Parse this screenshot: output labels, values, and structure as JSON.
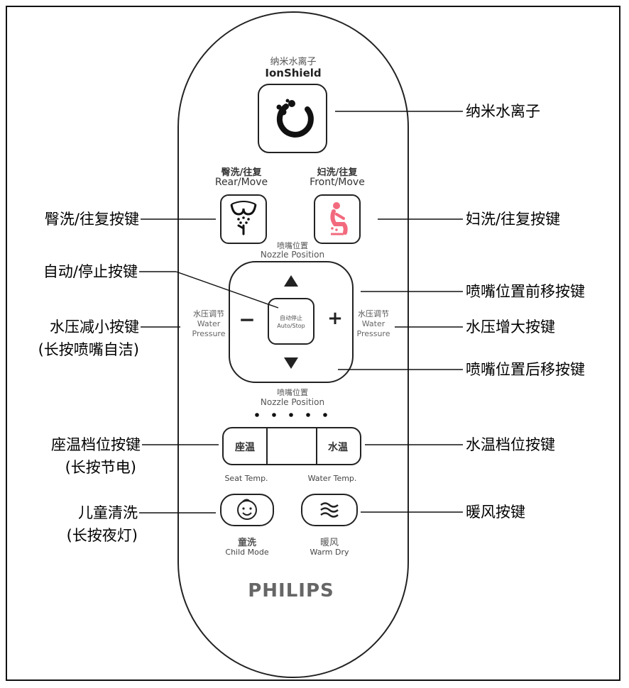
{
  "remote": {
    "ionshield": {
      "cn": "纳米水离子",
      "en": "IonShield"
    },
    "rear_button": {
      "cn": "臀洗/往复",
      "en": "Rear/Move"
    },
    "front_button": {
      "cn": "妇洗/往复",
      "en": "Front/Move"
    },
    "nozzle_top": {
      "cn": "喷嘴位置",
      "en": "Nozzle Position"
    },
    "nozzle_bottom": {
      "cn": "喷嘴位置",
      "en": "Nozzle Position"
    },
    "auto_stop": {
      "cn": "自动停止",
      "en": "Auto/Stop"
    },
    "pressure_left": {
      "cn": "水压调节",
      "en1": "Water",
      "en2": "Pressure",
      "symbol": "−"
    },
    "pressure_right": {
      "cn": "水压调节",
      "en1": "Water",
      "en2": "Pressure",
      "symbol": "+"
    },
    "seat_temp": {
      "cn": "座温",
      "en": "Seat Temp."
    },
    "water_temp": {
      "cn": "水温",
      "en": "Water Temp."
    },
    "child_mode": {
      "cn": "童洗",
      "en": "Child Mode"
    },
    "warm_dry": {
      "cn": "暖风",
      "en": "Warm Dry"
    },
    "brand": "PHILIPS"
  },
  "callouts": {
    "ionshield": "纳米水离子",
    "rear": "臀洗/往复按键",
    "front": "妇洗/往复按键",
    "auto_stop": "自动/停止按键",
    "nozzle_forward": "喷嘴位置前移按键",
    "pressure_down_1": "水压减小按键",
    "pressure_down_2": "(长按喷嘴自洁)",
    "pressure_up": "水压增大按键",
    "nozzle_back": "喷嘴位置后移按键",
    "seat_temp_1": "座温档位按键",
    "seat_temp_2": "(长按节电)",
    "water_temp": "水温档位按键",
    "child_1": "儿童清洗",
    "child_2": "(长按夜灯)",
    "warm_dry": "暖风按键"
  },
  "icons": [
    "ionshield-icon",
    "rear-wash-icon",
    "front-wash-icon",
    "arrow-up-icon",
    "arrow-down-icon",
    "minus-icon",
    "plus-icon",
    "child-face-icon",
    "warm-air-icon"
  ],
  "colors": {
    "front_icon": "#f26a7e",
    "outline": "#222222"
  }
}
